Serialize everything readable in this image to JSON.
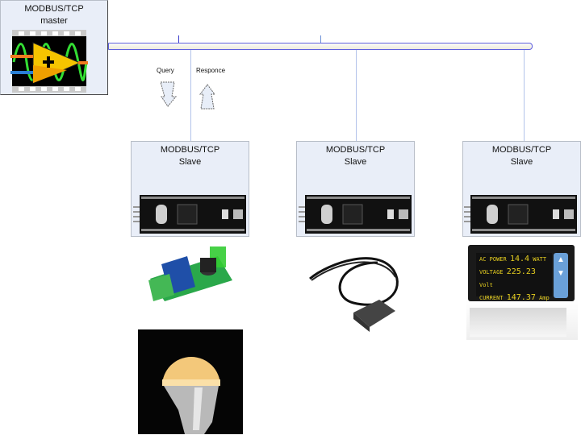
{
  "master": {
    "title": "MODBUS/TCP",
    "subtitle": "master",
    "icon": "labview-add-vi-icon"
  },
  "bus": {
    "label": "ethernet-bus"
  },
  "arrows": {
    "query_label": "Query",
    "response_label": "Responce"
  },
  "slaves": [
    {
      "title": "MODBUS/TCP",
      "subtitle": "Slave",
      "device": "relay-module"
    },
    {
      "title": "MODBUS/TCP",
      "subtitle": "Slave",
      "device": "humidity-sensor"
    },
    {
      "title": "MODBUS/TCP",
      "subtitle": "Slave",
      "device": "power-meter-display"
    }
  ],
  "meter": {
    "rows": [
      {
        "label": "AC POWER",
        "value": "14.4",
        "unit": "WATT"
      },
      {
        "label": "VOLTAGE",
        "value": "225.23",
        "unit": "Volt"
      },
      {
        "label": "CURRENT",
        "value": "147.37",
        "unit": "Amp"
      }
    ]
  },
  "colors": {
    "box_fill": "#e9eef8",
    "bus_border": "#5f5fe0",
    "connector": "#b3c3ea"
  }
}
